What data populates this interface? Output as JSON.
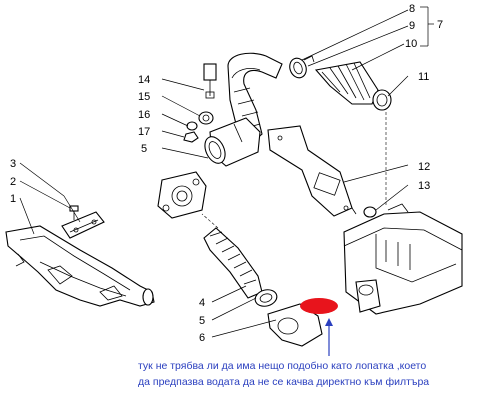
{
  "diagram": {
    "callouts": [
      {
        "id": "8",
        "label": "8"
      },
      {
        "id": "9",
        "label": "9"
      },
      {
        "id": "10",
        "label": "10"
      },
      {
        "id": "7",
        "label": "7"
      },
      {
        "id": "11",
        "label": "11"
      },
      {
        "id": "14",
        "label": "14"
      },
      {
        "id": "15",
        "label": "15"
      },
      {
        "id": "16",
        "label": "16"
      },
      {
        "id": "17",
        "label": "17"
      },
      {
        "id": "5a",
        "label": "5"
      },
      {
        "id": "12",
        "label": "12"
      },
      {
        "id": "13",
        "label": "13"
      },
      {
        "id": "3",
        "label": "3"
      },
      {
        "id": "2",
        "label": "2"
      },
      {
        "id": "1",
        "label": "1"
      },
      {
        "id": "4",
        "label": "4"
      },
      {
        "id": "5b",
        "label": "5"
      },
      {
        "id": "6",
        "label": "6"
      }
    ],
    "highlight_color": "#e8141c",
    "annotation_color": "#2a3fbf",
    "annotation_lines": [
      "тук не трябва ли да има нещо подобно като лопатка ,което",
      "да предпазва водата да не се качва директно към филтъра"
    ]
  }
}
